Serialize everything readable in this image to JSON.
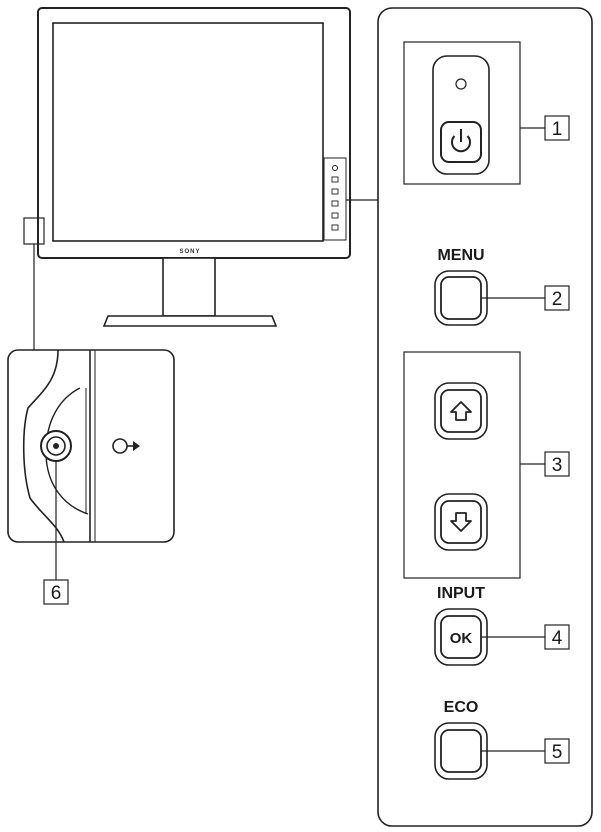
{
  "monitor": {
    "brand": "SONY"
  },
  "headphone": {
    "symbol": "⊖▸",
    "callout": "6"
  },
  "controls": {
    "power": {
      "callout": "1"
    },
    "menu": {
      "label": "MENU",
      "callout": "2"
    },
    "arrows": {
      "callout": "3"
    },
    "input_ok": {
      "label": "INPUT",
      "key": "OK",
      "callout": "4"
    },
    "eco": {
      "label": "ECO",
      "callout": "5"
    }
  }
}
